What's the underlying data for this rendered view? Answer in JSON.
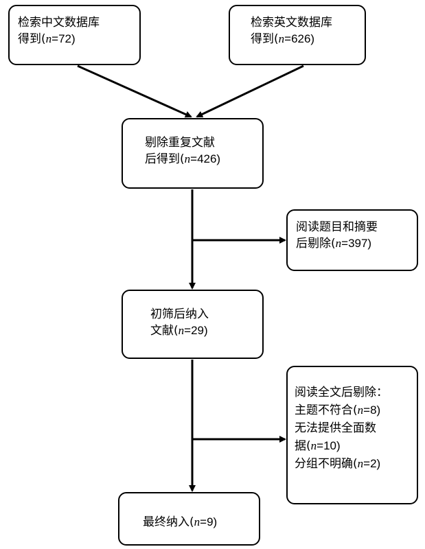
{
  "boxes": {
    "cn_db": {
      "line1": "检索中文数据库",
      "line2_prefix": "得到(",
      "line2_var": "n",
      "line2_suffix": "=72)"
    },
    "en_db": {
      "line1": "检索英文数据库",
      "line2_prefix": "得到(",
      "line2_var": "n",
      "line2_suffix": "=626)"
    },
    "dedup": {
      "line1": "剔除重复文献",
      "line2_prefix": "后得到(",
      "line2_var": "n",
      "line2_suffix": "=426)"
    },
    "exclude_title_abstract": {
      "line1": "阅读题目和摘要",
      "line2_prefix": "后剔除(",
      "line2_var": "n",
      "line2_suffix": "=397)"
    },
    "screened": {
      "line1": "初筛后纳入",
      "line2_prefix": "文献(",
      "line2_var": "n",
      "line2_suffix": "=29)"
    },
    "exclude_fulltext": {
      "line1": "阅读全文后剔除：",
      "reason1_prefix": "主题不符合(",
      "reason1_var": "n",
      "reason1_suffix": "=8)",
      "reason2_line1": "无法提供全面数",
      "reason2_line2_prefix": "据(",
      "reason2_line2_var": "n",
      "reason2_line2_suffix": "=10)",
      "reason3_prefix": "分组不明确(",
      "reason3_var": "n",
      "reason3_suffix": "=2)"
    },
    "final": {
      "line1_prefix": "最终纳入(",
      "line1_var": "n",
      "line1_suffix": "=9)"
    }
  },
  "colors": {
    "line": "#000000",
    "box_border": "#000000",
    "background": "#ffffff"
  }
}
